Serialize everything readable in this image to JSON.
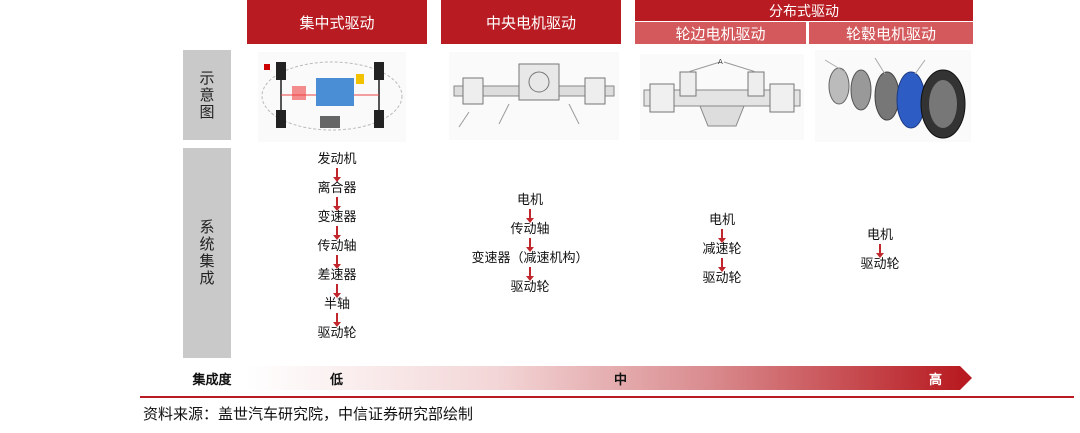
{
  "headers": {
    "centralized": "集中式驱动",
    "central_motor": "中央电机驱动",
    "distributed": "分布式驱动",
    "wheel_side": "轮边电机驱动",
    "hub_motor": "轮毂电机驱动"
  },
  "row_labels": {
    "diagram": "示意图",
    "system": "系统集成"
  },
  "columns": {
    "centralized": [
      "发动机",
      "离合器",
      "变速器",
      "传动轴",
      "差速器",
      "半轴",
      "驱动轮"
    ],
    "central_motor": [
      "电机",
      "传动轴",
      "变速器（减速机构）",
      "驱动轮"
    ],
    "wheel_side": [
      "电机",
      "减速轮",
      "驱动轮"
    ],
    "hub_motor": [
      "电机",
      "驱动轮"
    ]
  },
  "integration": {
    "label": "集成度",
    "low": "低",
    "mid": "中",
    "high": "高"
  },
  "source": "资料来源：盖世汽车研究院，中信证券研究部绘制",
  "colors": {
    "header_red": "#b81c22",
    "subheader_red": "#d3595c",
    "label_gray": "#c9c9c9"
  }
}
